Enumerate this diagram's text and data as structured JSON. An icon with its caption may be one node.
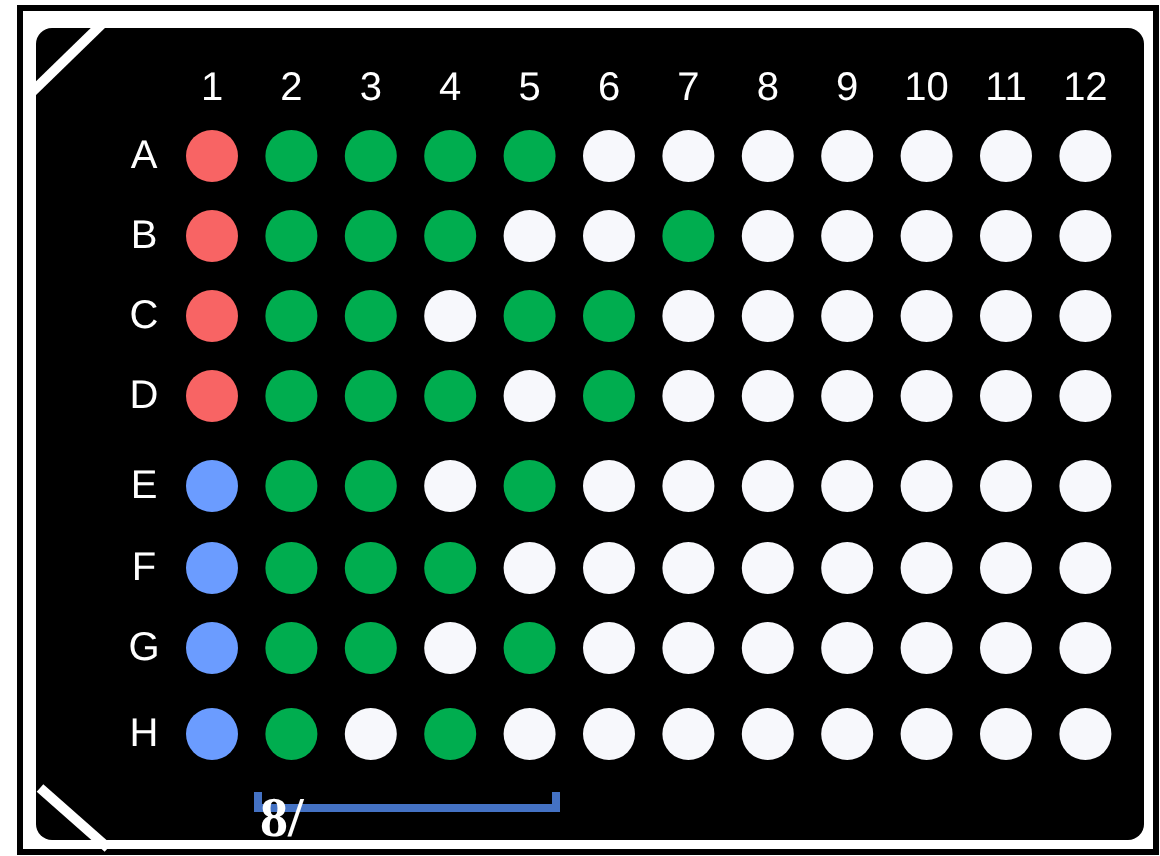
{
  "diagram": {
    "labels": [
      "1",
      "2",
      "3",
      "4",
      "5",
      "6",
      "7",
      "8",
      "9",
      "10",
      "11",
      "12",
      "A",
      "B",
      "C",
      "D",
      "E",
      "F",
      "G",
      "H",
      "8/"
    ]
  }
}
